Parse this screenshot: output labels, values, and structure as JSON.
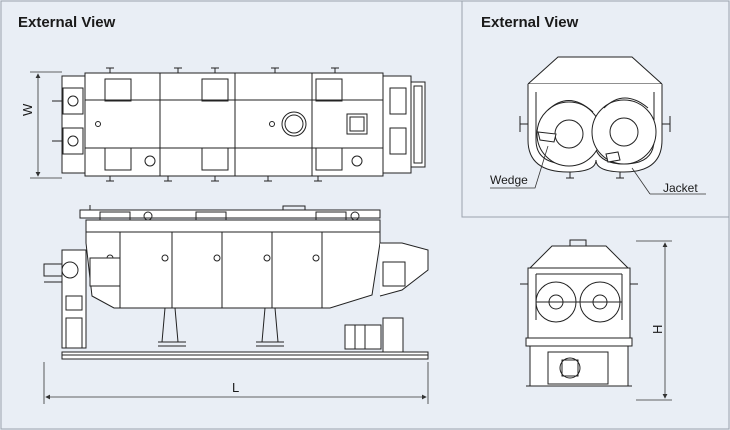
{
  "panels": {
    "left_title": "External View",
    "right_title": "External View"
  },
  "callouts": {
    "wedge": "Wedge",
    "jacket": "Jacket"
  },
  "dimensions": {
    "width": "W",
    "length": "L",
    "height": "H"
  },
  "colors": {
    "background": "#e9eef5",
    "line": "#222222",
    "frame": "#9aa3ad"
  }
}
